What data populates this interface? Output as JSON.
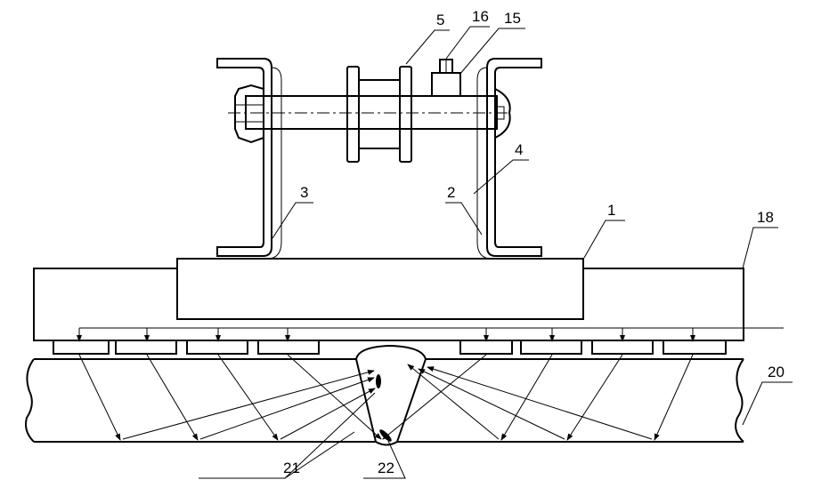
{
  "labels": {
    "l1": "1",
    "l2": "2",
    "l3": "3",
    "l4": "4",
    "l5": "5",
    "l15": "15",
    "l16": "16",
    "l18": "18",
    "l20": "20",
    "l21": "21",
    "l22": "22"
  }
}
